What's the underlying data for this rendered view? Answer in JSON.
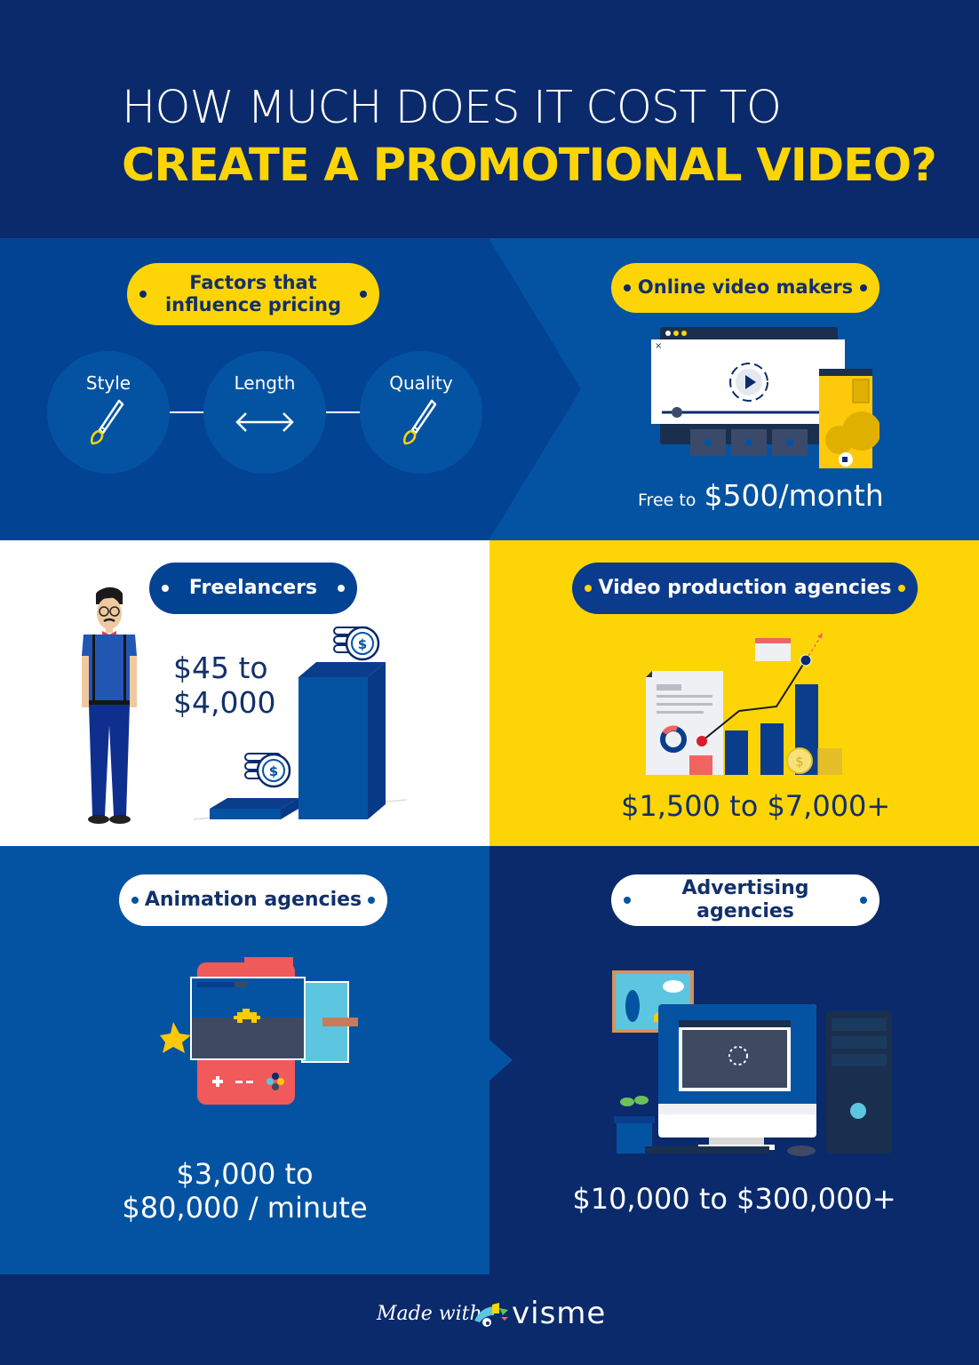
{
  "header": {
    "title_line1": "HOW MUCH DOES IT COST TO",
    "title_line2": "CREATE A PROMOTIONAL VIDEO?"
  },
  "factors": {
    "pill_line1": "Factors that",
    "pill_line2": "influence pricing",
    "items": [
      {
        "label": "Style",
        "icon": "paintbrush-icon"
      },
      {
        "label": "Length",
        "icon": "double-arrow-icon"
      },
      {
        "label": "Quality",
        "icon": "paintbrush-icon"
      }
    ]
  },
  "sections": {
    "online_video_makers": {
      "title": "Online video makers",
      "price_prefix": "Free to",
      "price": "$500/month",
      "illustration": "video-editor-window-icon"
    },
    "freelancers": {
      "title": "Freelancers",
      "price_line1": "$45 to",
      "price_line2": "$4,000",
      "illustration": "freelancer-with-coin-bars-icon"
    },
    "video_production_agencies": {
      "title": "Video production agencies",
      "price": "$1,500 to $7,000+",
      "illustration": "growth-chart-icon"
    },
    "animation_agencies": {
      "title": "Animation agencies",
      "price_line1": "$3,000 to",
      "price_line2": "$80,000 / minute",
      "illustration": "game-console-icon"
    },
    "advertising_agencies": {
      "title": "Advertising agencies",
      "price": "$10,000 to $300,000+",
      "illustration": "desktop-computer-icon"
    }
  },
  "footer": {
    "made_with": "Made with",
    "brand": "visme"
  },
  "colors": {
    "navy": "#0a2a6b",
    "blue": "#0453a2",
    "dark_blue": "#034393",
    "yellow": "#fdd507",
    "white": "#ffffff",
    "text_navy": "#12306a"
  }
}
